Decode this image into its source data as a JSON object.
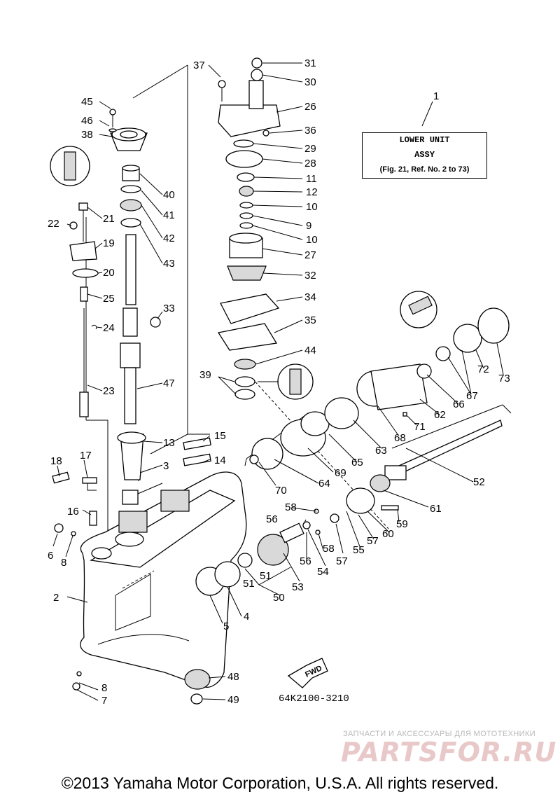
{
  "label_box": {
    "line1": "LOWER UNIT",
    "line2": "ASSY",
    "line3": "(Fig. 21, Ref. No. 2 to 73)"
  },
  "part_code": "64K2100-3210",
  "fwd_label": "FWD",
  "watermark": {
    "tagline": "ЗАПЧАСТИ И АКСЕССУАРЫ ДЛЯ МОТОТЕХНИКИ",
    "logo": "PARTSFOR.RU"
  },
  "copyright": "©2013 Yamaha Motor Corporation, U.S.A. All rights reserved.",
  "callouts": [
    "1",
    "2",
    "3",
    "4",
    "5",
    "6",
    "7",
    "8",
    "8",
    "9",
    "10",
    "10",
    "11",
    "12",
    "13",
    "14",
    "15",
    "16",
    "17",
    "18",
    "19",
    "20",
    "21",
    "22",
    "23",
    "24",
    "25",
    "26",
    "27",
    "28",
    "29",
    "30",
    "31",
    "32",
    "33",
    "34",
    "35",
    "36",
    "37",
    "38",
    "39",
    "40",
    "41",
    "42",
    "43",
    "44",
    "45",
    "46",
    "47",
    "48",
    "49",
    "50",
    "51",
    "51",
    "52",
    "53",
    "54",
    "55",
    "56",
    "56",
    "57",
    "57",
    "58",
    "58",
    "59",
    "60",
    "61",
    "62",
    "63",
    "64",
    "65",
    "66",
    "67",
    "68",
    "69",
    "70",
    "71",
    "72",
    "73"
  ]
}
